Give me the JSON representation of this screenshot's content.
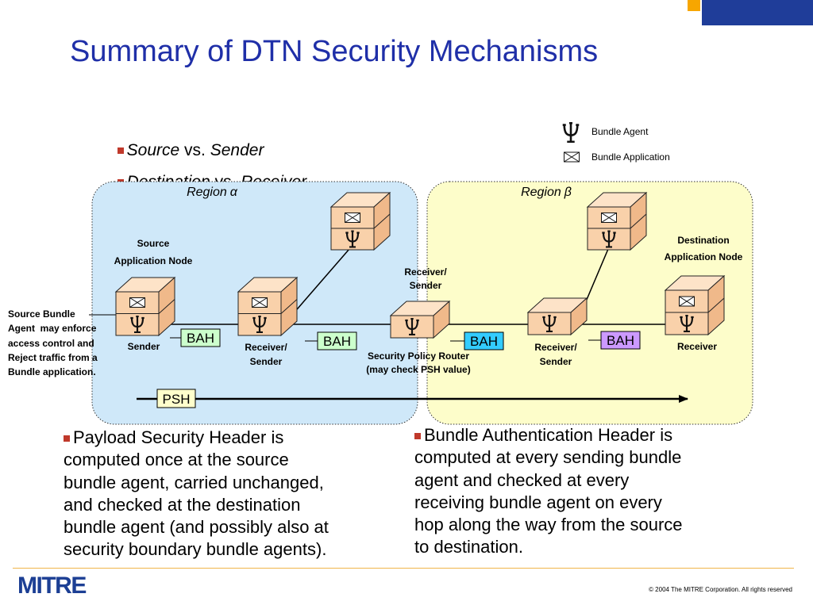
{
  "title": "Summary of DTN Security Mechanisms",
  "top_bullets": [
    {
      "first": "Source",
      "middle": " vs. ",
      "second": "Sender"
    },
    {
      "first": "Destination",
      "middle": " vs. ",
      "second": "Receiver"
    }
  ],
  "legend": [
    {
      "icon": "bundle-agent-icon",
      "label": "Bundle Agent"
    },
    {
      "icon": "bundle-application-icon",
      "label": "Bundle Application"
    }
  ],
  "regions": [
    {
      "label": "Region",
      "symbol": "α",
      "fill": "#cfe8f9"
    },
    {
      "label": "Region",
      "symbol": "β",
      "fill": "#fdfdca"
    }
  ],
  "diagram": {
    "source_app_node": [
      "Source",
      "Application Node"
    ],
    "destination_app_node": [
      "Destination",
      "Application Node"
    ],
    "source_agent_note": [
      "Source Bundle",
      "Agent  may enforce",
      "access control and",
      "Reject traffic from a",
      "Bundle application."
    ],
    "nodes": [
      {
        "label": [
          "Sender"
        ],
        "icons": [
          "bundle-application-icon",
          "bundle-agent-icon"
        ]
      },
      {
        "label": [
          "Receiver/",
          "Sender"
        ],
        "icons": [
          "bundle-application-icon",
          "bundle-agent-icon"
        ]
      },
      {
        "icons": [
          "bundle-application-icon",
          "bundle-agent-icon"
        ]
      },
      {
        "label_above": [
          "Receiver/",
          "Sender"
        ],
        "label": [
          "Security Policy Router",
          "(may check PSH value)"
        ],
        "icons": [
          "bundle-agent-icon"
        ]
      },
      {
        "label": [
          "Receiver/",
          "Sender"
        ],
        "icons": [
          "bundle-agent-icon"
        ]
      },
      {
        "icons": [
          "bundle-application-icon",
          "bundle-agent-icon"
        ]
      },
      {
        "label": [
          "Receiver"
        ],
        "icons": [
          "bundle-application-icon",
          "bundle-agent-icon"
        ]
      }
    ],
    "headers": [
      {
        "label": "BAH",
        "fill": "#ccffcc"
      },
      {
        "label": "BAH",
        "fill": "#ccffcc"
      },
      {
        "label": "BAH",
        "fill": "#33ccff"
      },
      {
        "label": "BAH",
        "fill": "#cc99ff"
      },
      {
        "label": "PSH",
        "fill": "#ffffcc"
      }
    ]
  },
  "paragraphs": [
    {
      "lines": [
        "Payload Security Header is",
        "computed once at the source",
        "bundle agent, carried unchanged,",
        "and checked at the destination",
        "bundle agent (and possibly also at",
        "security boundary bundle agents)."
      ]
    },
    {
      "lines": [
        "Bundle Authentication Header is",
        "computed at every sending bundle",
        "agent and checked at every",
        "receiving bundle agent on every",
        "hop along the way from the source",
        "to destination."
      ]
    }
  ],
  "footer": {
    "logo": "MITRE",
    "copyright": "© 2004 The MITRE Corporation. All rights reserved"
  },
  "colors": {
    "title": "#1f2fa8",
    "bullet": "#c0392b",
    "accent_orange": "#f7a600",
    "accent_blue": "#1f3d99",
    "node": "#f9d1aa"
  }
}
